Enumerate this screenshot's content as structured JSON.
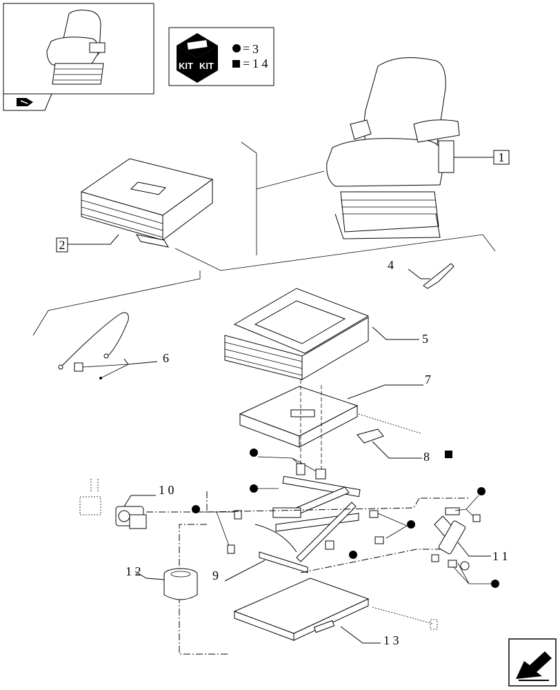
{
  "kit_legend": {
    "badge_text_left": "KIT",
    "badge_text_right": "KIT",
    "circle_qty": "3",
    "square_qty": "1 4",
    "equals": "="
  },
  "callouts": [
    {
      "id": "1",
      "text": "1",
      "boxed": true
    },
    {
      "id": "2",
      "text": "2",
      "boxed": true
    },
    {
      "id": "4",
      "text": "4"
    },
    {
      "id": "5",
      "text": "5"
    },
    {
      "id": "6",
      "text": "6"
    },
    {
      "id": "7",
      "text": "7"
    },
    {
      "id": "8",
      "text": "8"
    },
    {
      "id": "9",
      "text": "9"
    },
    {
      "id": "10",
      "text": "1 0"
    },
    {
      "id": "11",
      "text": "1 1"
    },
    {
      "id": "12",
      "text": "1 2"
    },
    {
      "id": "13",
      "text": "1 3"
    }
  ],
  "colors": {
    "ink": "#000000",
    "background": "#ffffff"
  },
  "icons": [
    "seat-thumbnail",
    "kit-badge-icon",
    "filled-circle-marker",
    "filled-square-marker",
    "book-nav-icon",
    "next-page-arrow-icon"
  ]
}
